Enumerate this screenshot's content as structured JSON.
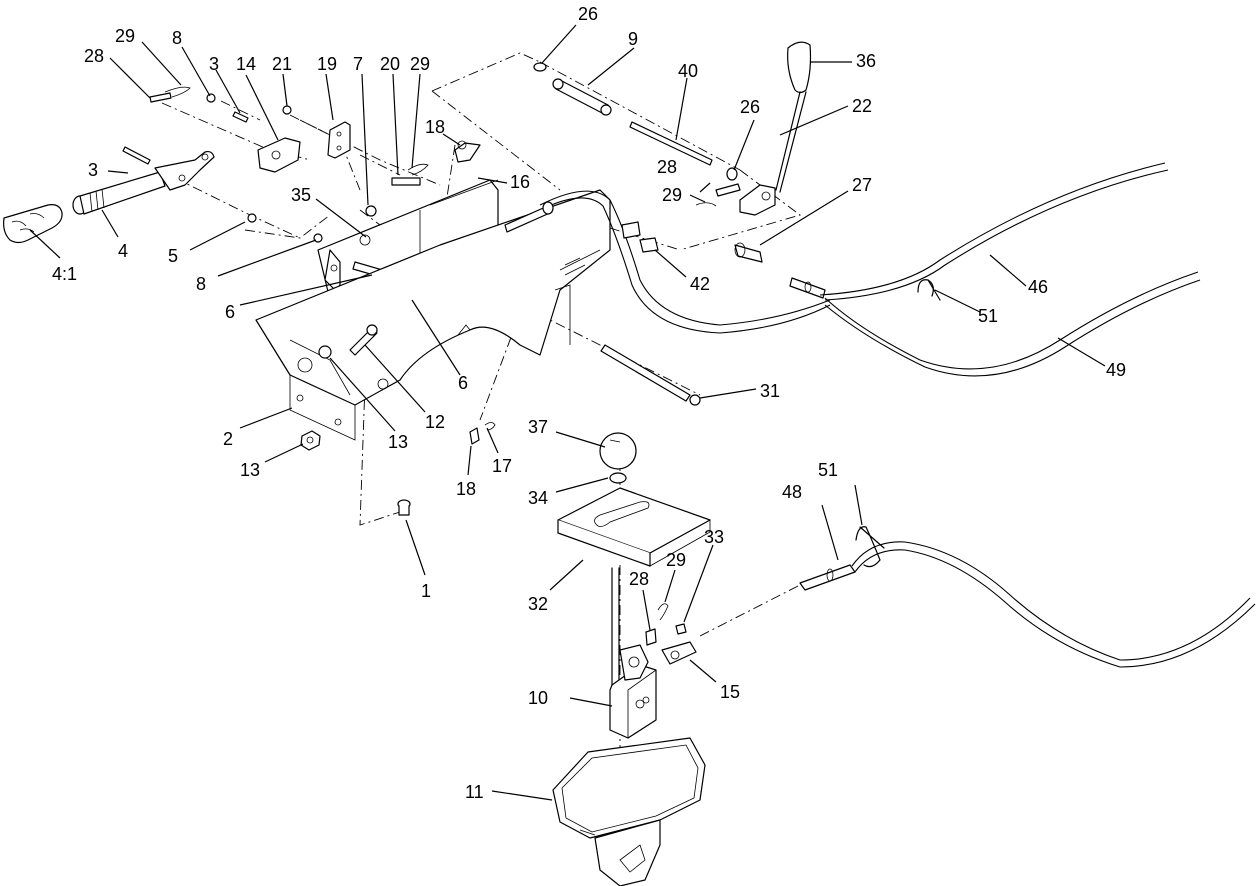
{
  "diagram": {
    "type": "exploded-parts-diagram",
    "callouts": [
      {
        "id": "c1",
        "label": "29"
      },
      {
        "id": "c2",
        "label": "8"
      },
      {
        "id": "c3",
        "label": "3"
      },
      {
        "id": "c4",
        "label": "14"
      },
      {
        "id": "c5",
        "label": "21"
      },
      {
        "id": "c6",
        "label": "19"
      },
      {
        "id": "c7",
        "label": "7"
      },
      {
        "id": "c8",
        "label": "20"
      },
      {
        "id": "c9",
        "label": "29"
      },
      {
        "id": "c10",
        "label": "26"
      },
      {
        "id": "c11",
        "label": "9"
      },
      {
        "id": "c12",
        "label": "40"
      },
      {
        "id": "c13",
        "label": "36"
      },
      {
        "id": "c14",
        "label": "28"
      },
      {
        "id": "c15",
        "label": "26"
      },
      {
        "id": "c16",
        "label": "22"
      },
      {
        "id": "c17",
        "label": "18"
      },
      {
        "id": "c18",
        "label": "16"
      },
      {
        "id": "c19",
        "label": "3"
      },
      {
        "id": "c20",
        "label": "28"
      },
      {
        "id": "c21",
        "label": "27"
      },
      {
        "id": "c22",
        "label": "29"
      },
      {
        "id": "c23",
        "label": "35"
      },
      {
        "id": "c24",
        "label": "4"
      },
      {
        "id": "c25",
        "label": "5"
      },
      {
        "id": "c26",
        "label": "8"
      },
      {
        "id": "c27",
        "label": "4:1"
      },
      {
        "id": "c28",
        "label": "42"
      },
      {
        "id": "c29",
        "label": "46"
      },
      {
        "id": "c30",
        "label": "51"
      },
      {
        "id": "c31",
        "label": "6"
      },
      {
        "id": "c32",
        "label": "6"
      },
      {
        "id": "c33",
        "label": "31"
      },
      {
        "id": "c34",
        "label": "49"
      },
      {
        "id": "c35",
        "label": "12"
      },
      {
        "id": "c36",
        "label": "13"
      },
      {
        "id": "c37",
        "label": "2"
      },
      {
        "id": "c38",
        "label": "13"
      },
      {
        "id": "c39",
        "label": "37"
      },
      {
        "id": "c40",
        "label": "17"
      },
      {
        "id": "c41",
        "label": "18"
      },
      {
        "id": "c42",
        "label": "34"
      },
      {
        "id": "c43",
        "label": "51"
      },
      {
        "id": "c44",
        "label": "48"
      },
      {
        "id": "c45",
        "label": "33"
      },
      {
        "id": "c46",
        "label": "29"
      },
      {
        "id": "c47",
        "label": "28"
      },
      {
        "id": "c48",
        "label": "32"
      },
      {
        "id": "c49",
        "label": "1"
      },
      {
        "id": "c50",
        "label": "15"
      },
      {
        "id": "c51",
        "label": "10"
      },
      {
        "id": "c52",
        "label": "11"
      }
    ]
  }
}
